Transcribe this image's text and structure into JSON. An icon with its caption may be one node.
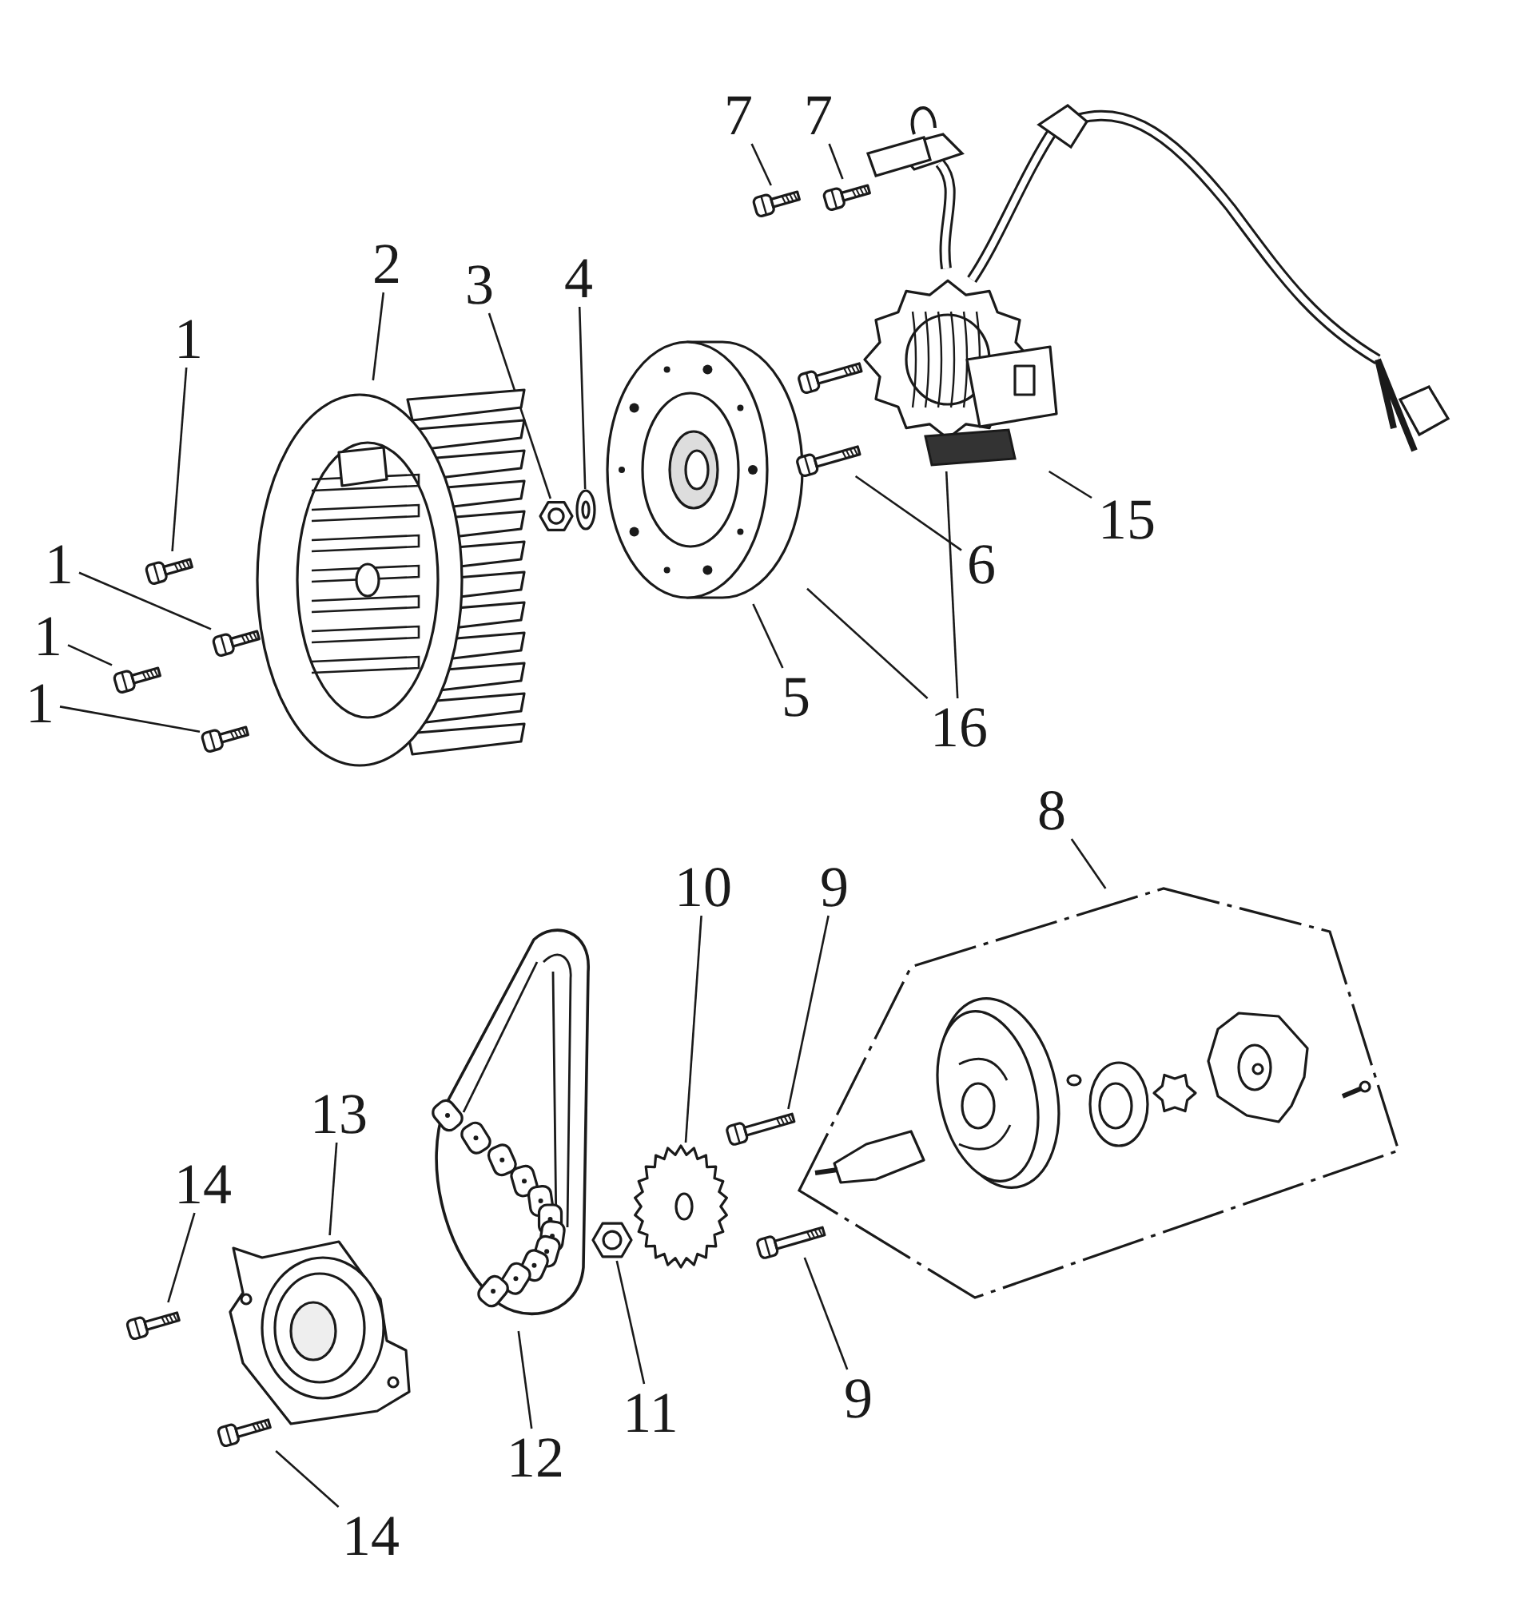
{
  "diagram": {
    "nodes": [
      {
        "text": [
          "7"
        ]
      },
      {
        "text": [
          "7"
        ]
      },
      {
        "text": [
          "2"
        ]
      },
      {
        "text": [
          "3"
        ]
      },
      {
        "text": [
          "4"
        ]
      },
      {
        "text": [
          "1"
        ]
      },
      {
        "text": [
          "15"
        ]
      },
      {
        "text": [
          "6"
        ]
      },
      {
        "text": [
          "1"
        ]
      },
      {
        "text": [
          "1"
        ]
      },
      {
        "text": [
          "5"
        ]
      },
      {
        "text": [
          "1"
        ]
      },
      {
        "text": [
          "16"
        ]
      },
      {
        "text": [
          "8"
        ]
      },
      {
        "text": [
          "10"
        ]
      },
      {
        "text": [
          "9"
        ]
      },
      {
        "text": [
          "13"
        ]
      },
      {
        "text": [
          "14"
        ]
      },
      {
        "text": [
          "9"
        ]
      },
      {
        "text": [
          "11"
        ]
      },
      {
        "text": [
          "12"
        ]
      },
      {
        "text": [
          "14"
        ]
      },
      {
        "text": [],
        "shape": "picture"
      },
      {
        "text": [],
        "shape": "picture"
      },
      {
        "text": [],
        "shape": "picture"
      },
      {
        "text": [],
        "shape": "picture"
      },
      {
        "text": [],
        "shape": "picture"
      },
      {
        "text": [],
        "shape": "picture"
      },
      {
        "text": [],
        "shape": "picture"
      },
      {
        "text": [],
        "shape": "picture"
      },
      {
        "text": [],
        "shape": "picture"
      },
      {
        "text": [],
        "shape": "picture"
      },
      {
        "text": [],
        "shape": "picture"
      },
      {
        "text": [],
        "shape": "picture"
      },
      {
        "text": [],
        "shape": "polygon"
      },
      {
        "text": [],
        "shape": "picture"
      },
      {
        "text": [],
        "shape": "picture"
      },
      {
        "text": [],
        "shape": "picture"
      },
      {
        "text": [],
        "shape": "picture"
      },
      {
        "text": [],
        "shape": "picture"
      },
      {
        "text": [],
        "shape": "picture"
      },
      {
        "text": [],
        "shape": "picture"
      },
      {
        "text": [],
        "shape": "picture"
      }
    ],
    "edges": [
      {
        "from": 0,
        "to": 22,
        "arrow": "none"
      },
      {
        "from": 1,
        "to": 23,
        "arrow": "none"
      },
      {
        "from": 2,
        "to": 25,
        "arrow": "none"
      },
      {
        "from": 3,
        "to": 26,
        "arrow": "none"
      },
      {
        "from": 4,
        "to": 27,
        "arrow": "none"
      },
      {
        "from": 5,
        "to": 24,
        "arrow": "none"
      },
      {
        "from": 6,
        "to": 29,
        "arrow": "none"
      },
      {
        "from": 7,
        "to": 30,
        "arrow": "none"
      },
      {
        "from": 8,
        "to": 31,
        "arrow": "none"
      },
      {
        "from": 9,
        "to": 32,
        "arrow": "none"
      },
      {
        "from": 10,
        "to": 28,
        "arrow": "none"
      },
      {
        "from": 11,
        "to": 33,
        "arrow": "none"
      },
      {
        "from": 12,
        "to": 28,
        "arrow": "none"
      },
      {
        "from": 12,
        "to": 29,
        "arrow": "none"
      },
      {
        "from": 13,
        "to": 34,
        "arrow": "none"
      },
      {
        "from": 14,
        "to": 35,
        "arrow": "none"
      },
      {
        "from": 15,
        "to": 36,
        "arrow": "none"
      },
      {
        "from": 16,
        "to": 40,
        "arrow": "none"
      },
      {
        "from": 17,
        "to": 41,
        "arrow": "none"
      },
      {
        "from": 18,
        "to": 37,
        "arrow": "none"
      },
      {
        "from": 19,
        "to": 38,
        "arrow": "none"
      },
      {
        "from": 20,
        "to": 39,
        "arrow": "none"
      },
      {
        "from": 21,
        "to": 42,
        "arrow": "none"
      }
    ]
  }
}
